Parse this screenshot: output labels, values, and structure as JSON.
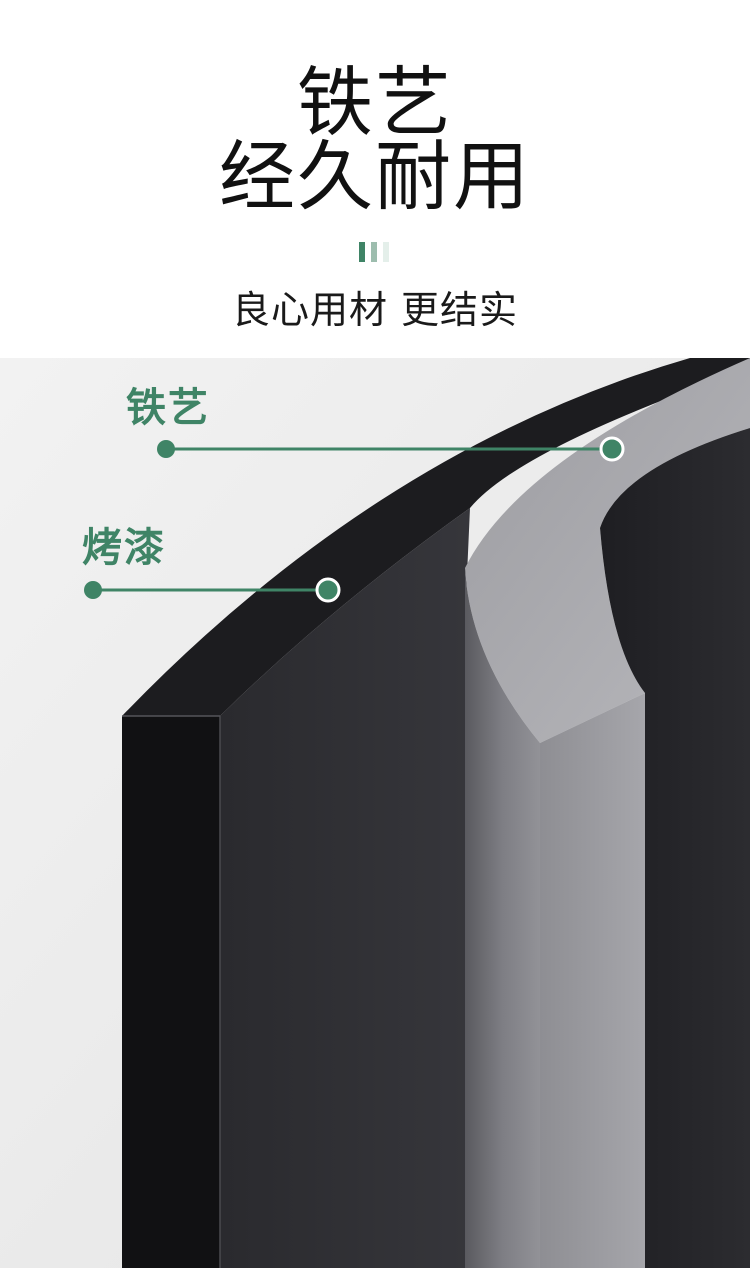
{
  "header": {
    "title_line1": "铁艺",
    "title_line2": "经久耐用",
    "subtitle": "良心用材 更结实"
  },
  "callouts": [
    {
      "label": "铁艺"
    },
    {
      "label": "烤漆"
    }
  ],
  "colors": {
    "accent": "#3f8466",
    "accent_mid": "#9dbdae",
    "accent_light": "#e4efea",
    "title_text": "#111111",
    "background": "#ffffff",
    "illustration_bg": "#ebebeb",
    "paint_layer": "#222226",
    "iron_layer": "#a9a9ad"
  }
}
